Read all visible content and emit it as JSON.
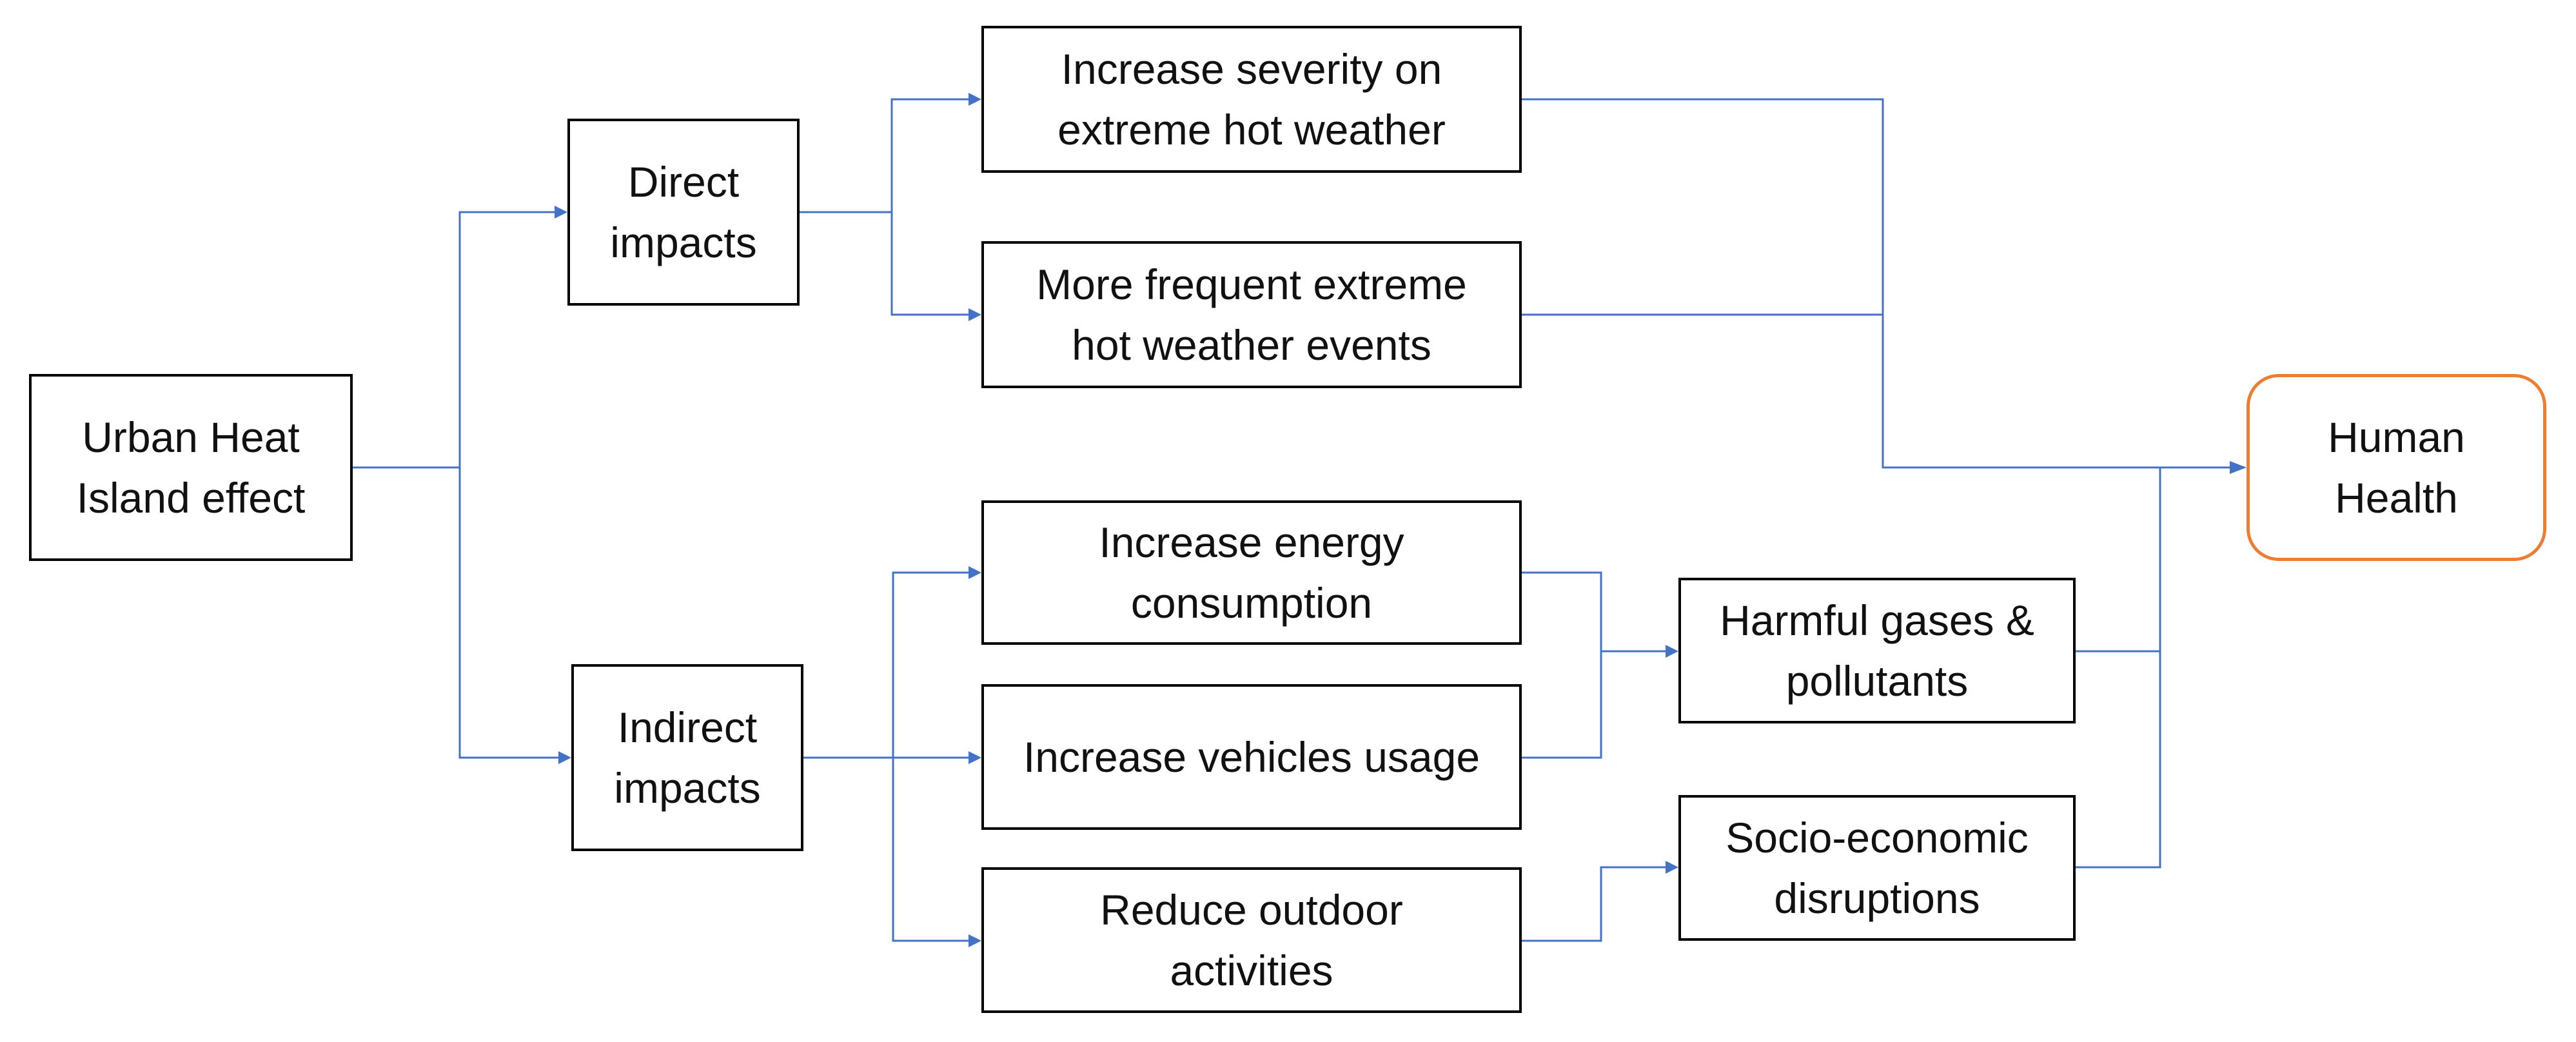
{
  "diagram": {
    "colors": {
      "connector": "#4472C4",
      "box_border": "#000000",
      "target_border": "#ED7D31"
    },
    "nodes": {
      "uhi": {
        "line1": "Urban Heat",
        "line2": "Island effect"
      },
      "direct": {
        "line1": "Direct",
        "line2": "impacts"
      },
      "indirect": {
        "line1": "Indirect",
        "line2": "impacts"
      },
      "severity": {
        "line1": "Increase severity on",
        "line2": "extreme hot weather"
      },
      "frequent": {
        "line1": "More frequent extreme",
        "line2": "hot weather events"
      },
      "energy": {
        "line1": "Increase energy",
        "line2": "consumption"
      },
      "vehicles": {
        "line1": "Increase vehicles usage"
      },
      "outdoor": {
        "line1": "Reduce outdoor",
        "line2": "activities"
      },
      "gases": {
        "line1": "Harmful gases &",
        "line2": "pollutants"
      },
      "socio": {
        "line1": "Socio-economic",
        "line2": "disruptions"
      },
      "health": {
        "line1": "Human",
        "line2": "Health"
      }
    },
    "edges": [
      {
        "from": "Urban Heat Island effect",
        "to": "Direct impacts"
      },
      {
        "from": "Urban Heat Island effect",
        "to": "Indirect impacts"
      },
      {
        "from": "Direct impacts",
        "to": "Increase severity on extreme hot weather"
      },
      {
        "from": "Direct impacts",
        "to": "More frequent extreme hot weather events"
      },
      {
        "from": "Indirect impacts",
        "to": "Increase energy consumption"
      },
      {
        "from": "Indirect impacts",
        "to": "Increase vehicles usage"
      },
      {
        "from": "Indirect impacts",
        "to": "Reduce outdoor activities"
      },
      {
        "from": "Increase energy consumption",
        "to": "Harmful gases & pollutants"
      },
      {
        "from": "Increase vehicles usage",
        "to": "Harmful gases & pollutants"
      },
      {
        "from": "Reduce outdoor activities",
        "to": "Socio-economic disruptions"
      },
      {
        "from": "Increase severity on extreme hot weather",
        "to": "Human Health"
      },
      {
        "from": "More frequent extreme hot weather events",
        "to": "Human Health"
      },
      {
        "from": "Harmful gases & pollutants",
        "to": "Human Health"
      },
      {
        "from": "Socio-economic disruptions",
        "to": "Human Health"
      }
    ]
  }
}
